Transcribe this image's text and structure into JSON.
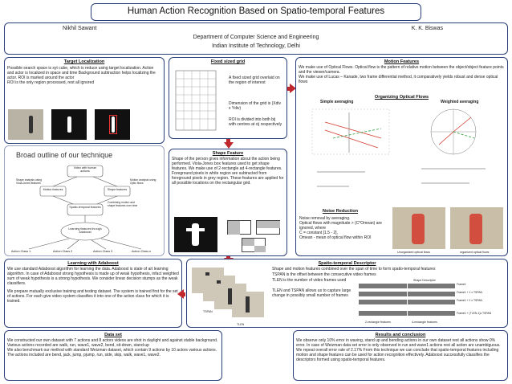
{
  "header": {
    "title": "Human Action Recognition Based on Spatio-temporal Features",
    "author_left": "Nikhil Sawant",
    "author_right": "K. K. Biswas",
    "department": "Department of Computer Science and Engineering",
    "institute": "Indian Institute of Technology, Delhi"
  },
  "target_localization": {
    "title": "Target Localization",
    "text": "Possible search space is xyt cube, which is reduce using target localization. Action and actor is localized in space and time Background subtraction helps localizing the actor. ROI is marked around the actor",
    "text2": "ROI is the only region processed, rest all ignored"
  },
  "broad_outline": {
    "title": "Broad outline of our technique",
    "nodes": {
      "video": "Video with human actions",
      "left_note": "Shape analysis using Viola-Jones features",
      "right_note": "Motion analysis using Optic flows",
      "motion_feat": "Motion features",
      "shape_feat": "Shape features",
      "spatio": "Spatio-temporal features",
      "combining": "Combining motion and shape features over time",
      "learning": "Learning features through Adaboost",
      "c1": "Action Class 1",
      "c2": "Action Class 2",
      "c3": "Action Class 3",
      "cn": "Action Class n"
    }
  },
  "fixed_grid": {
    "title": "Fixed sized grid",
    "text1": "A fixed sized grid overlaid on the region of interest",
    "text2": "Dimension of the grid is (Xdiv x Ydiv)",
    "text3": "ROI is divided into both bij with centres at cij respectively"
  },
  "shape_feature": {
    "title": "Shape Feature",
    "text": "Shape of the person gives information about the action being performed. Viola-Jones box features used to get shape features. We make use of 2-rectangle ad 4-rectangle features. Foreground pixels in white region are subtracted from foreground pixels in grey region. These features are applied for all possible locations on the rectangular grid."
  },
  "motion_features": {
    "title": "Motion Features",
    "text1": "We make use of Optical Flows. Optical flow is the pattern of relative motion between the object/object feature points and the viewer/camera.",
    "text2": "We make use of Lucas – Kanade, two frame differential method, it comparatively yields robust and dense optical flows",
    "organizing": "Organizing Optical Flows",
    "simple": "Simple averaging",
    "weighted": "Weighted averaging",
    "noise_title": "Noise Reduction",
    "noise1": "Noise removal by averaging.",
    "noise2": "Optical flows with magnitude > (C*Omean) are ignored, where",
    "noise3": "C = constant [1.5 - 2],",
    "noise4": "Omean - mean of optical flow within ROI",
    "cap_left": "Unorganized optical flows",
    "cap_right": "organized optical flows"
  },
  "learning": {
    "title": "Learning with Adaboost",
    "text1": "We use standard Adaboost algorithm for learning the data. Adaboost is state of art learning algorithm. In case of Adaboost strong hypothesis is made up of weak hypothesis, infact weighted sum of weak hypothesis is a strong hypothesis. We consider linear decision stumps as the weak classifiers.",
    "text2": "We prepare mutually exclusive training and testing dataset. The system is trained first for the set of actions. For each give video system classifies it into one of the action class for which it is trained."
  },
  "spatio_desc": {
    "title": "Spatio-temporal Descriptor",
    "text1": "Shape and motion features combined over the span of time to form spatio-temporal features",
    "text2": "TSPAN is the offset between the consecutive video frames",
    "text3": "TLEN is the number of video frames used",
    "text4": "TLEN and TSPAN allows us to capture large change in possibly small number of frames",
    "fig_label1": "TSPAN",
    "fig_label2": "TLEN",
    "desc_label": "Shape Descriptor",
    "frame1": "Frame1 + 1 x TSPAN",
    "frame2": "Frame1 + 2 x TSPAN",
    "frame3": "Frame1 + (TLEN-1)x TSPAN",
    "frame0": "Frame1",
    "cap1": "2-rectangle features",
    "cap2": "4-rectangle features"
  },
  "dataset": {
    "title": "Data set",
    "text1": "We constructed our own dataset with 7 actions and 8 actors videos are shot in daylight and against stable background. Various actions recorded are walk, run, wave1, wave2, bend, sit-down, stand-up",
    "text2": "We also benchmark our method with standard Weizman dataset, which contain 9 actions by 10 actors various actions. The actions included are bend, jack, jump, pjump, run, side, skip, walk, wave1, wave2."
  },
  "results": {
    "title": "Results and conclusion",
    "text": "We observe only 10% error in waving, stand up and bending actions in our own dataset rest all actions show 0% error. In case of Weizman data set error is only observed in run and wave1 actions rest all action are unambiguous. We repeat overall error rate of 2.17% From this technique we can conclude that spatio-temporal features including motion and shape features can be used for action recognition effectively. Adaboost successfully classifies the descriptors formed using spatio-temporal features."
  },
  "colors": {
    "border": "#2a3f7a",
    "arrow": "#c0282d",
    "flow_red": "#d33a2c",
    "flow_green": "#2a9a3a"
  }
}
